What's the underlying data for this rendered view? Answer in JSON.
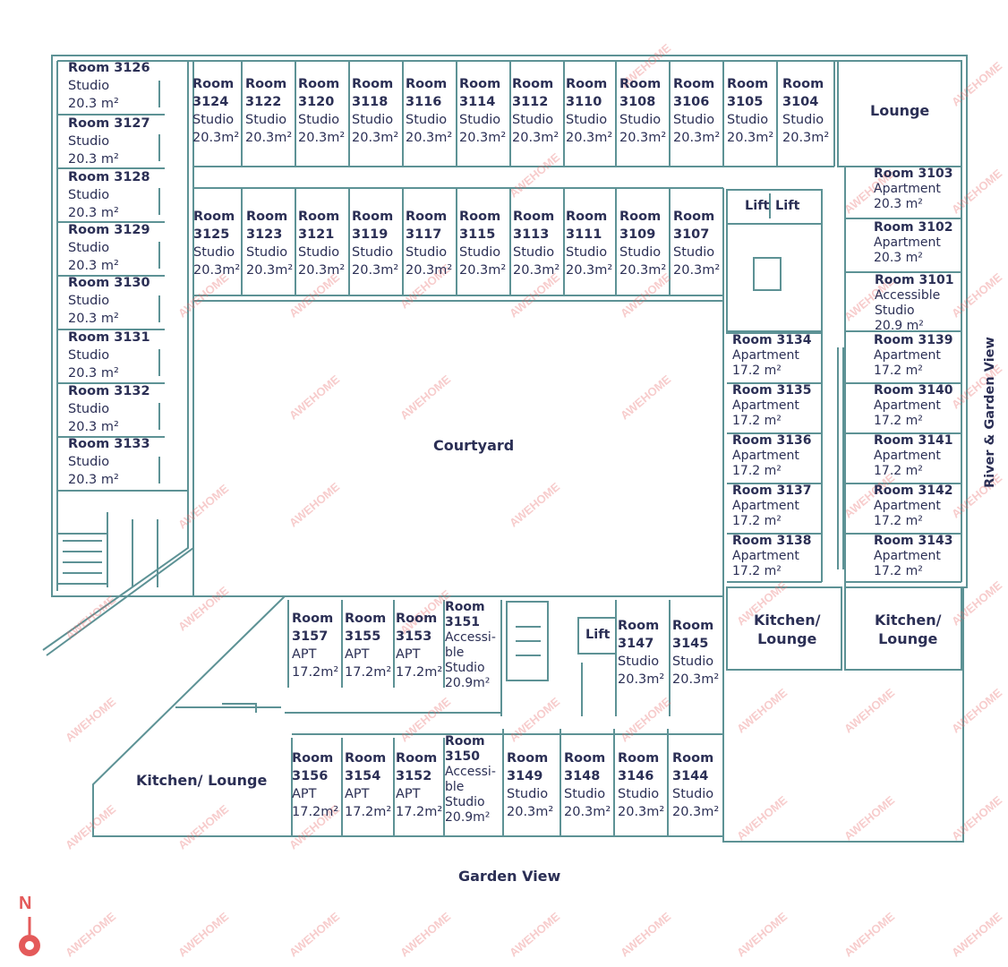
{
  "labels": {
    "courtyard": "Courtyard",
    "garden_view": "Garden View",
    "river_garden_view": "River & Garden View",
    "lounge": "Lounge",
    "kitchen_lounge_a": "Kitchen/\nLounge",
    "kitchen_lounge_b": "Kitchen/\nLounge",
    "kitchen_lounge_c": "Kitchen/ Lounge",
    "lift1": "Lift",
    "lift2": "Lift",
    "lift3": "Lift",
    "compass_n": "N",
    "watermark": "AWEHOME"
  },
  "rooms": {
    "r3126": {
      "name": "Room 3126",
      "type": "Studio",
      "area": "20.3 m²"
    },
    "r3127": {
      "name": "Room 3127",
      "type": "Studio",
      "area": "20.3 m²"
    },
    "r3128": {
      "name": "Room 3128",
      "type": "Studio",
      "area": "20.3 m²"
    },
    "r3129": {
      "name": "Room 3129",
      "type": "Studio",
      "area": "20.3 m²"
    },
    "r3130": {
      "name": "Room 3130",
      "type": "Studio",
      "area": "20.3 m²"
    },
    "r3131": {
      "name": "Room 3131",
      "type": "Studio",
      "area": "20.3 m²"
    },
    "r3132": {
      "name": "Room 3132",
      "type": "Studio",
      "area": "20.3 m²"
    },
    "r3133": {
      "name": "Room 3133",
      "type": "Studio",
      "area": "20.3 m²"
    },
    "r3124": {
      "name": "Room\n3124",
      "type": "Studio",
      "area": "20.3m²"
    },
    "r3122": {
      "name": "Room\n3122",
      "type": "Studio",
      "area": "20.3m²"
    },
    "r3120": {
      "name": "Room\n3120",
      "type": "Studio",
      "area": "20.3m²"
    },
    "r3118": {
      "name": "Room\n3118",
      "type": "Studio",
      "area": "20.3m²"
    },
    "r3116": {
      "name": "Room\n3116",
      "type": "Studio",
      "area": "20.3m²"
    },
    "r3114": {
      "name": "Room\n3114",
      "type": "Studio",
      "area": "20.3m²"
    },
    "r3112": {
      "name": "Room\n3112",
      "type": "Studio",
      "area": "20.3m²"
    },
    "r3110": {
      "name": "Room\n3110",
      "type": "Studio",
      "area": "20.3m²"
    },
    "r3108": {
      "name": "Room\n3108",
      "type": "Studio",
      "area": "20.3m²"
    },
    "r3106": {
      "name": "Room\n3106",
      "type": "Studio",
      "area": "20.3m²"
    },
    "r3105": {
      "name": "Room\n3105",
      "type": "Studio",
      "area": "20.3m²"
    },
    "r3104": {
      "name": "Room\n3104",
      "type": "Studio",
      "area": "20.3m²"
    },
    "r3125": {
      "name": "Room\n3125",
      "type": "Studio",
      "area": "20.3m²"
    },
    "r3123": {
      "name": "Room\n3123",
      "type": "Studio",
      "area": "20.3m²"
    },
    "r3121": {
      "name": "Room\n3121",
      "type": "Studio",
      "area": "20.3m²"
    },
    "r3119": {
      "name": "Room\n3119",
      "type": "Studio",
      "area": "20.3m²"
    },
    "r3117": {
      "name": "Room\n3117",
      "type": "Studio",
      "area": "20.3m²"
    },
    "r3115": {
      "name": "Room\n3115",
      "type": "Studio",
      "area": "20.3m²"
    },
    "r3113": {
      "name": "Room\n3113",
      "type": "Studio",
      "area": "20.3m²"
    },
    "r3111": {
      "name": "Room\n3111",
      "type": "Studio",
      "area": "20.3m²"
    },
    "r3109": {
      "name": "Room\n3109",
      "type": "Studio",
      "area": "20.3m²"
    },
    "r3107": {
      "name": "Room\n3107",
      "type": "Studio",
      "area": "20.3m²"
    },
    "r3103": {
      "name": "Room 3103",
      "type": "Apartment",
      "area": "20.3 m²"
    },
    "r3102": {
      "name": "Room 3102",
      "type": "Apartment",
      "area": "20.3 m²"
    },
    "r3101": {
      "name": "Room 3101",
      "type": "Accessible\nStudio",
      "area": "20.9 m²"
    },
    "r3134": {
      "name": "Room 3134",
      "type": "Apartment",
      "area": "17.2 m²"
    },
    "r3135": {
      "name": "Room 3135",
      "type": "Apartment",
      "area": "17.2 m²"
    },
    "r3136": {
      "name": "Room 3136",
      "type": "Apartment",
      "area": "17.2 m²"
    },
    "r3137": {
      "name": "Room 3137",
      "type": "Apartment",
      "area": "17.2 m²"
    },
    "r3138": {
      "name": "Room 3138",
      "type": "Apartment",
      "area": "17.2 m²"
    },
    "r3139": {
      "name": "Room 3139",
      "type": "Apartment",
      "area": "17.2 m²"
    },
    "r3140": {
      "name": "Room 3140",
      "type": "Apartment",
      "area": "17.2 m²"
    },
    "r3141": {
      "name": "Room 3141",
      "type": "Apartment",
      "area": "17.2 m²"
    },
    "r3142": {
      "name": "Room 3142",
      "type": "Apartment",
      "area": "17.2 m²"
    },
    "r3143": {
      "name": "Room 3143",
      "type": "Apartment",
      "area": "17.2 m²"
    },
    "r3157": {
      "name": "Room\n3157",
      "type": "APT",
      "area": "17.2m²"
    },
    "r3155": {
      "name": "Room\n3155",
      "type": "APT",
      "area": "17.2m²"
    },
    "r3153": {
      "name": "Room\n3153",
      "type": "APT",
      "area": "17.2m²"
    },
    "r3151": {
      "name": "Room\n3151",
      "type": "Accessi-\nble\nStudio",
      "area": "20.9m²"
    },
    "r3147": {
      "name": "Room\n3147",
      "type": "Studio",
      "area": "20.3m²"
    },
    "r3145": {
      "name": "Room\n3145",
      "type": "Studio",
      "area": "20.3m²"
    },
    "r3156": {
      "name": "Room\n3156",
      "type": "APT",
      "area": "17.2m²"
    },
    "r3154": {
      "name": "Room\n3154",
      "type": "APT",
      "area": "17.2m²"
    },
    "r3152": {
      "name": "Room\n3152",
      "type": "APT",
      "area": "17.2m²"
    },
    "r3150": {
      "name": "Room\n3150",
      "type": "Accessi-\nble\nStudio",
      "area": "20.9m²"
    },
    "r3149": {
      "name": "Room\n3149",
      "type": "Studio",
      "area": "20.3m²"
    },
    "r3148": {
      "name": "Room\n3148",
      "type": "Studio",
      "area": "20.3m²"
    },
    "r3146": {
      "name": "Room\n3146",
      "type": "Studio",
      "area": "20.3m²"
    },
    "r3144": {
      "name": "Room\n3144",
      "type": "Studio",
      "area": "20.3m²"
    }
  },
  "colors": {
    "wall": "#5d9295",
    "text": "#2b2f55",
    "watermark": "#e86e6e",
    "compass": "#e45a5a"
  }
}
